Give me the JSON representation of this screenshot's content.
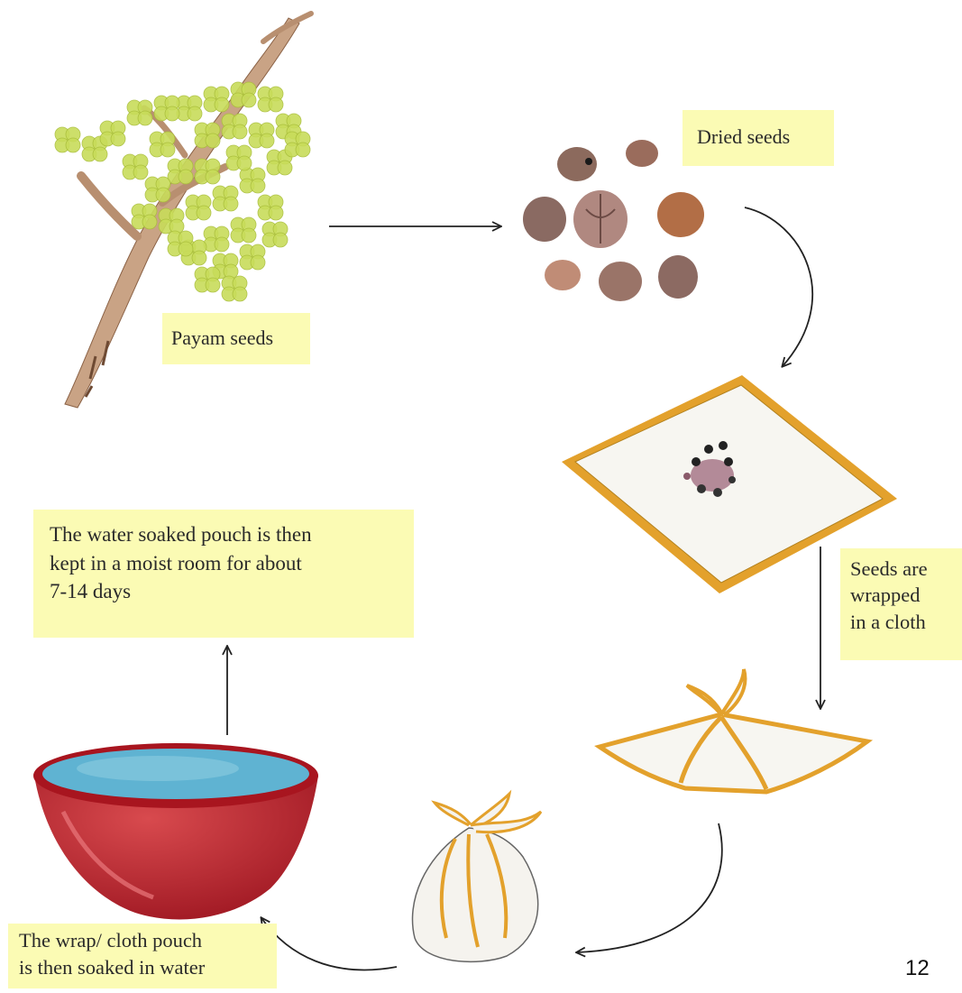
{
  "labels": {
    "payam_seeds": "Payam seeds",
    "dried_seeds": "Dried seeds",
    "seeds_wrapped": "Seeds are\nwrapped\nin a cloth",
    "moist_room": "The water soaked pouch is then\nkept in a moist room for about\n7-14 days",
    "soaked_water": "The wrap/ cloth pouch\nis then soaked in water"
  },
  "page_number": "12",
  "colors": {
    "label_background": "#fbfbb4",
    "leaf_green": "#c8dc5a",
    "seed_brown": "#a27a6a",
    "cloth_border": "#e3a12c",
    "bowl_red": "#b5202a",
    "water_blue": "#4aa6c8"
  }
}
